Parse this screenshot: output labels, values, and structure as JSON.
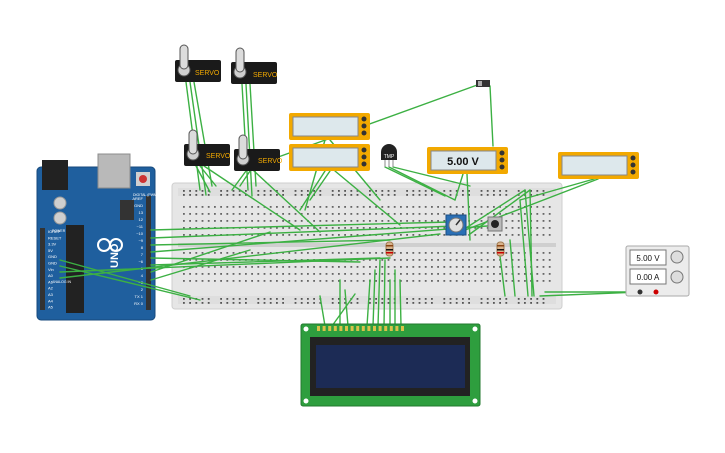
{
  "servos": [
    {
      "label": "SERVO"
    },
    {
      "label": "SERVO"
    },
    {
      "label": "SERVO"
    },
    {
      "label": "SERVO"
    }
  ],
  "multimeters": [
    {
      "reading": ""
    },
    {
      "reading": ""
    },
    {
      "reading": "5.00 V"
    },
    {
      "reading": ""
    }
  ],
  "power_supply": {
    "voltage": "5.00 V",
    "current": "0.00 A"
  },
  "sensor": {
    "label": "TMP"
  },
  "arduino": {
    "model": "UNO",
    "power_pins": [
      "IOREF",
      "RESET",
      "3.3V",
      "5V",
      "GND",
      "GND",
      "Vin"
    ],
    "analog_pins": [
      "A0",
      "A1",
      "A2",
      "A3",
      "A4",
      "A5"
    ],
    "digital_pins": [
      "AREF",
      "GND",
      "13",
      "12",
      "~11",
      "~10",
      "~9",
      "8",
      "7",
      "~6",
      "~5",
      "4",
      "~3",
      "2",
      "TX 1",
      "RX 0"
    ],
    "headers": [
      "POWER",
      "ANALOG IN",
      "DIGITAL (PWM~)"
    ]
  },
  "colors": {
    "wire": "#3cb043",
    "arduino": "#1f5f9e",
    "breadboard": "#e8e8e8",
    "meter_frame": "#f2a900",
    "lcd_board": "#2e9e3e",
    "lcd_screen": "#1c2b55"
  }
}
